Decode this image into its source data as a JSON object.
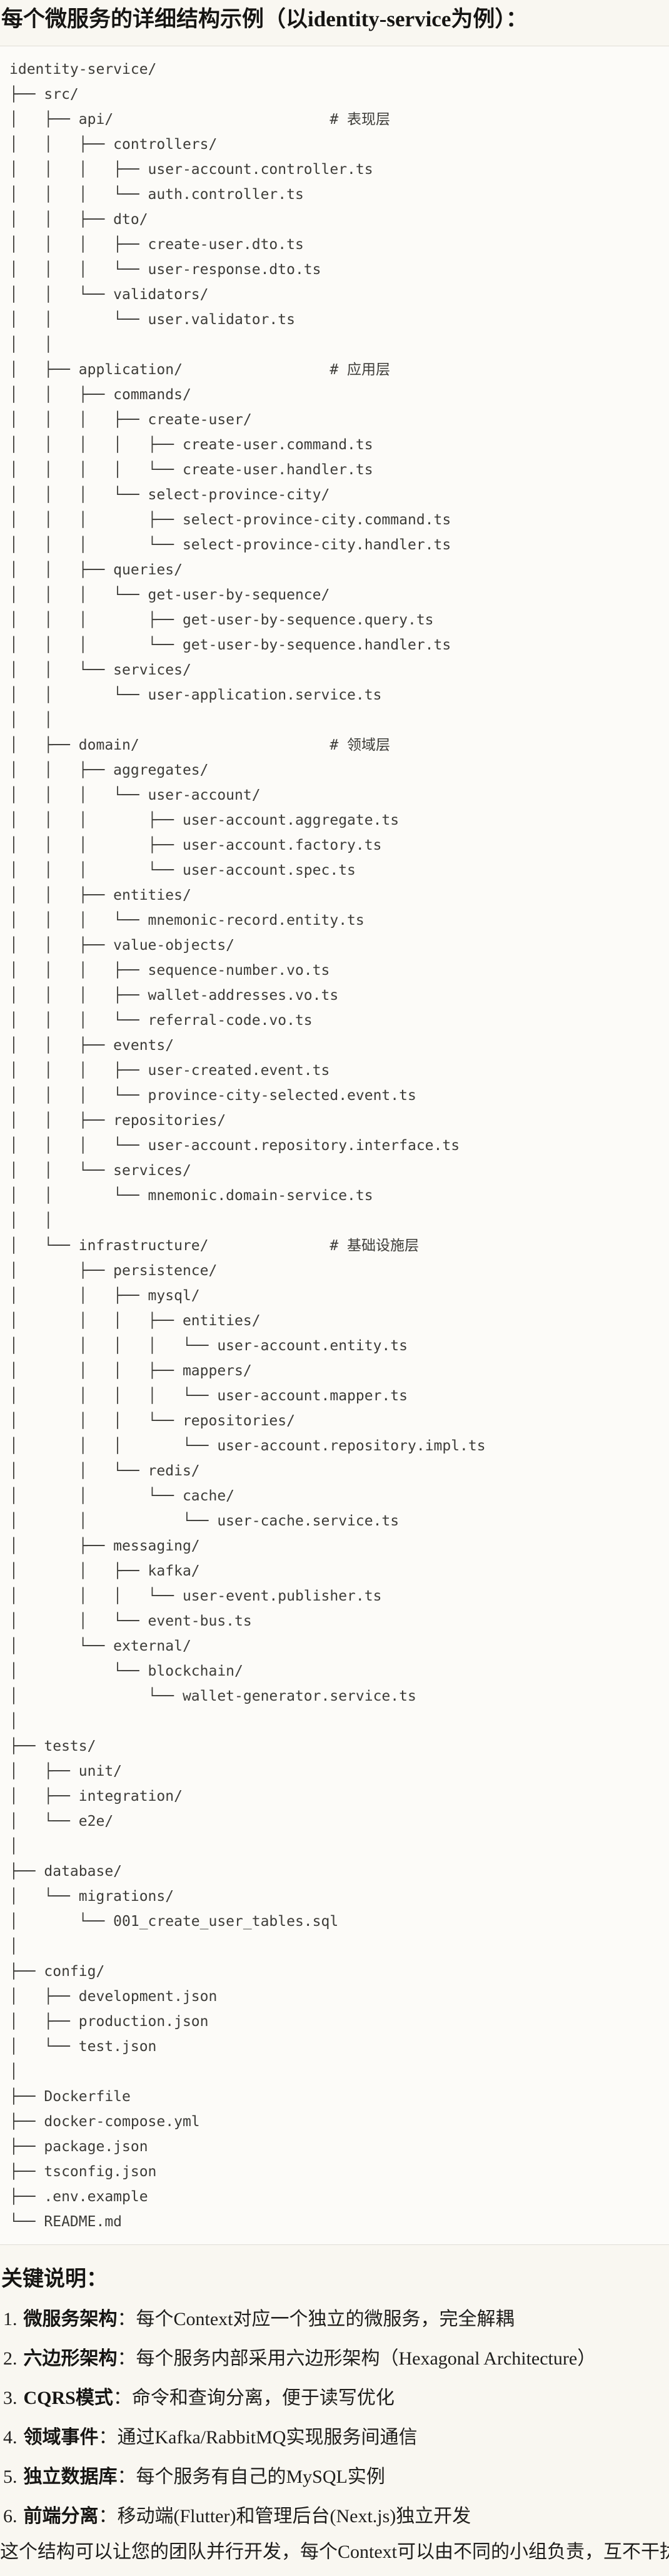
{
  "title": "每个微服务的详细结构示例（以identity-service为例）：",
  "colors": {
    "page_bg": "#F9F7F1",
    "code_bg": "#FCFBF8",
    "code_border": "#E0DED7",
    "code_text": "#3D3C38",
    "heading_text": "#161513"
  },
  "tree": {
    "lines": [
      "identity-service/",
      "├── src/",
      "│   ├── api/                         # 表现层",
      "│   │   ├── controllers/",
      "│   │   │   ├── user-account.controller.ts",
      "│   │   │   └── auth.controller.ts",
      "│   │   ├── dto/",
      "│   │   │   ├── create-user.dto.ts",
      "│   │   │   └── user-response.dto.ts",
      "│   │   └── validators/",
      "│   │       └── user.validator.ts",
      "│   │",
      "│   ├── application/                 # 应用层",
      "│   │   ├── commands/",
      "│   │   │   ├── create-user/",
      "│   │   │   │   ├── create-user.command.ts",
      "│   │   │   │   └── create-user.handler.ts",
      "│   │   │   └── select-province-city/",
      "│   │   │       ├── select-province-city.command.ts",
      "│   │   │       └── select-province-city.handler.ts",
      "│   │   ├── queries/",
      "│   │   │   └── get-user-by-sequence/",
      "│   │   │       ├── get-user-by-sequence.query.ts",
      "│   │   │       └── get-user-by-sequence.handler.ts",
      "│   │   └── services/",
      "│   │       └── user-application.service.ts",
      "│   │",
      "│   ├── domain/                      # 领域层",
      "│   │   ├── aggregates/",
      "│   │   │   └── user-account/",
      "│   │   │       ├── user-account.aggregate.ts",
      "│   │   │       ├── user-account.factory.ts",
      "│   │   │       └── user-account.spec.ts",
      "│   │   ├── entities/",
      "│   │   │   └── mnemonic-record.entity.ts",
      "│   │   ├── value-objects/",
      "│   │   │   ├── sequence-number.vo.ts",
      "│   │   │   ├── wallet-addresses.vo.ts",
      "│   │   │   └── referral-code.vo.ts",
      "│   │   ├── events/",
      "│   │   │   ├── user-created.event.ts",
      "│   │   │   └── province-city-selected.event.ts",
      "│   │   ├── repositories/",
      "│   │   │   └── user-account.repository.interface.ts",
      "│   │   └── services/",
      "│   │       └── mnemonic.domain-service.ts",
      "│   │",
      "│   └── infrastructure/              # 基础设施层",
      "│       ├── persistence/",
      "│       │   ├── mysql/",
      "│       │   │   ├── entities/",
      "│       │   │   │   └── user-account.entity.ts",
      "│       │   │   ├── mappers/",
      "│       │   │   │   └── user-account.mapper.ts",
      "│       │   │   └── repositories/",
      "│       │   │       └── user-account.repository.impl.ts",
      "│       │   └── redis/",
      "│       │       └── cache/",
      "│       │           └── user-cache.service.ts",
      "│       ├── messaging/",
      "│       │   ├── kafka/",
      "│       │   │   └── user-event.publisher.ts",
      "│       │   └── event-bus.ts",
      "│       └── external/",
      "│           └── blockchain/",
      "│               └── wallet-generator.service.ts",
      "│",
      "├── tests/",
      "│   ├── unit/",
      "│   ├── integration/",
      "│   └── e2e/",
      "│",
      "├── database/",
      "│   └── migrations/",
      "│       └── 001_create_user_tables.sql",
      "│",
      "├── config/",
      "│   ├── development.json",
      "│   ├── production.json",
      "│   └── test.json",
      "│",
      "├── Dockerfile",
      "├── docker-compose.yml",
      "├── package.json",
      "├── tsconfig.json",
      "├── .env.example",
      "└── README.md"
    ]
  },
  "notes": {
    "heading": "关键说明：",
    "items": [
      {
        "num": "1.",
        "term": "微服务架构",
        "sep": "：",
        "desc": "每个Context对应一个独立的微服务，完全解耦"
      },
      {
        "num": "2.",
        "term": "六边形架构",
        "sep": "：",
        "desc": "每个服务内部采用六边形架构（Hexagonal Architecture）"
      },
      {
        "num": "3.",
        "term": "CQRS模式",
        "sep": "：",
        "desc": "命令和查询分离，便于读写优化"
      },
      {
        "num": "4.",
        "term": "领域事件",
        "sep": "：",
        "desc": "通过Kafka/RabbitMQ实现服务间通信"
      },
      {
        "num": "5.",
        "term": "独立数据库",
        "sep": "：",
        "desc": "每个服务有自己的MySQL实例"
      },
      {
        "num": "6.",
        "term": "前端分离",
        "sep": "：",
        "desc": "移动端(Flutter)和管理后台(Next.js)独立开发"
      }
    ],
    "footer": "这个结构可以让您的团队并行开发，每个Context可以由不同的小组负责，互不干扰。"
  }
}
